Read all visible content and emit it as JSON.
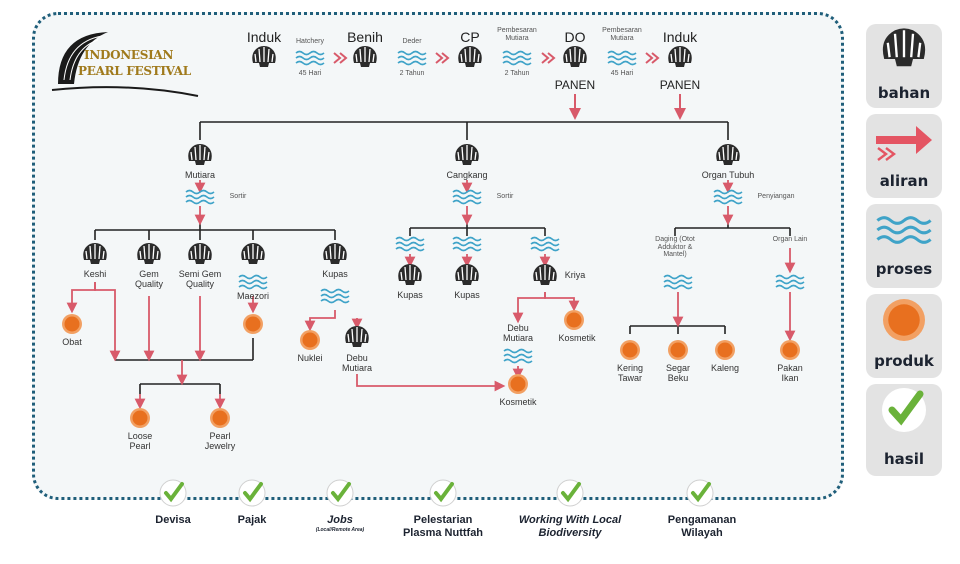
{
  "logo": {
    "line1": "INDONESIAN",
    "line2": "PEARL FESTIVAL"
  },
  "top_chain": {
    "stages": [
      "Induk",
      "Benih",
      "CP",
      "DO",
      "Induk"
    ],
    "process_top": [
      "Hatchery",
      "Deder",
      "Pembesaran Mutiara",
      "Pembesaran Mutiara"
    ],
    "process_bottom": [
      "45 Hari",
      "2 Tahun",
      "2 Tahun",
      "45 Hari"
    ],
    "panen": [
      "PANEN",
      "PANEN"
    ]
  },
  "branches": {
    "mutiara": {
      "label": "Mutiara",
      "process": "Sortir"
    },
    "cangkang": {
      "label": "Cangkang",
      "process": "Sortir"
    },
    "organ": {
      "label": "Organ Tubuh",
      "process": "Penyiangan"
    }
  },
  "mutiara_children": {
    "keshi": "Keshi",
    "gem": "Gem Quality",
    "semigem": "Semi Gem Quality",
    "maezori": "Maezori",
    "kupas": "Kupas",
    "obat": "Obat",
    "nuklei": "Nuklei",
    "debu": "Debu Mutiara",
    "loose": "Loose Pearl",
    "jewelry": "Pearl Jewelry"
  },
  "cangkang_children": {
    "kupas1": "Kupas",
    "kupas2": "Kupas",
    "kriya": "Kriya",
    "debu": "Debu Mutiara",
    "kosmetik1": "Kosmetik",
    "kosmetik2": "Kosmetik"
  },
  "organ_children": {
    "daging": "Daging (Otot Adduktor & Mantel)",
    "organ_lain": "Organ Lain",
    "kering": "Kering Tawar",
    "segar": "Segar Beku",
    "kaleng": "Kaleng",
    "pakan": "Pakan Ikan"
  },
  "legend": [
    "bahan",
    "aliran",
    "proses",
    "produk",
    "hasil"
  ],
  "outcomes": [
    {
      "label": "Devisa",
      "sub": ""
    },
    {
      "label": "Pajak",
      "sub": ""
    },
    {
      "label": "Jobs",
      "sub": "(Local/Remote Area)"
    },
    {
      "label": "Pelestarian Plasma Nuttfah",
      "sub": ""
    },
    {
      "label": "Working With Local Biodiversity",
      "sub": ""
    },
    {
      "label": "Pengamanan Wilayah",
      "sub": ""
    }
  ],
  "colors": {
    "frame": "#1f5e7a",
    "arrow": "#d85a6a",
    "wave": "#3fa3c8",
    "product": "#e8701f",
    "check": "#6ab23a",
    "shell": "#2b2b2b"
  }
}
